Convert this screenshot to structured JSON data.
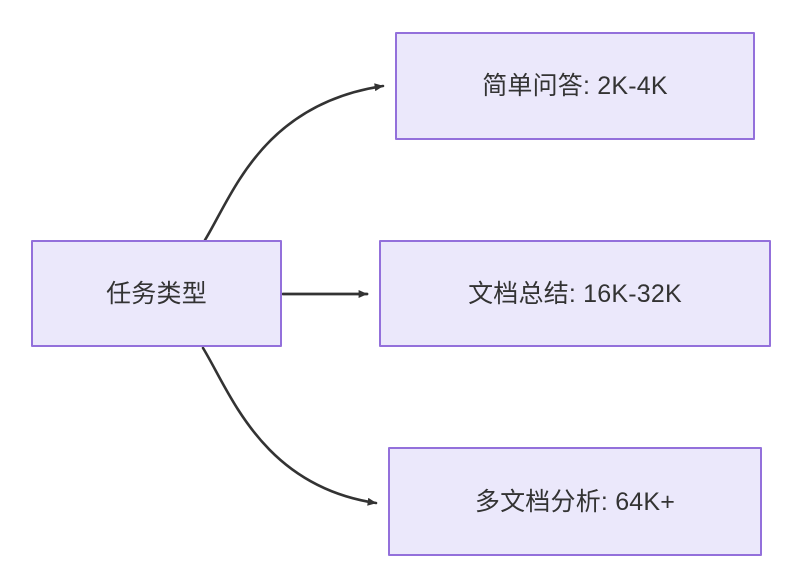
{
  "diagram": {
    "type": "flowchart",
    "direction": "left-to-right",
    "background_color": "#ffffff",
    "node_fill_color": "#ebe8fb",
    "node_border_color": "#9370db",
    "node_text_color": "#333333",
    "edge_color": "#333333",
    "nodes": [
      {
        "id": "source",
        "label": "任务类型",
        "role": "root"
      },
      {
        "id": "simple",
        "label": "简单问答: 2K-4K",
        "role": "leaf"
      },
      {
        "id": "docsum",
        "label": "文档总结: 16K-32K",
        "role": "leaf"
      },
      {
        "id": "multidoc",
        "label": "多文档分析: 64K+",
        "role": "leaf"
      }
    ],
    "edges": [
      {
        "id": "edge-source-simple",
        "from": "任务类型",
        "to": "简单问答: 2K-4K",
        "style": "curved-arrow",
        "label": ""
      },
      {
        "id": "edge-source-docsum",
        "from": "任务类型",
        "to": "文档总结: 16K-32K",
        "style": "straight-arrow",
        "label": ""
      },
      {
        "id": "edge-source-multidoc",
        "from": "任务类型",
        "to": "多文档分析: 64K+",
        "style": "curved-arrow",
        "label": ""
      }
    ]
  }
}
